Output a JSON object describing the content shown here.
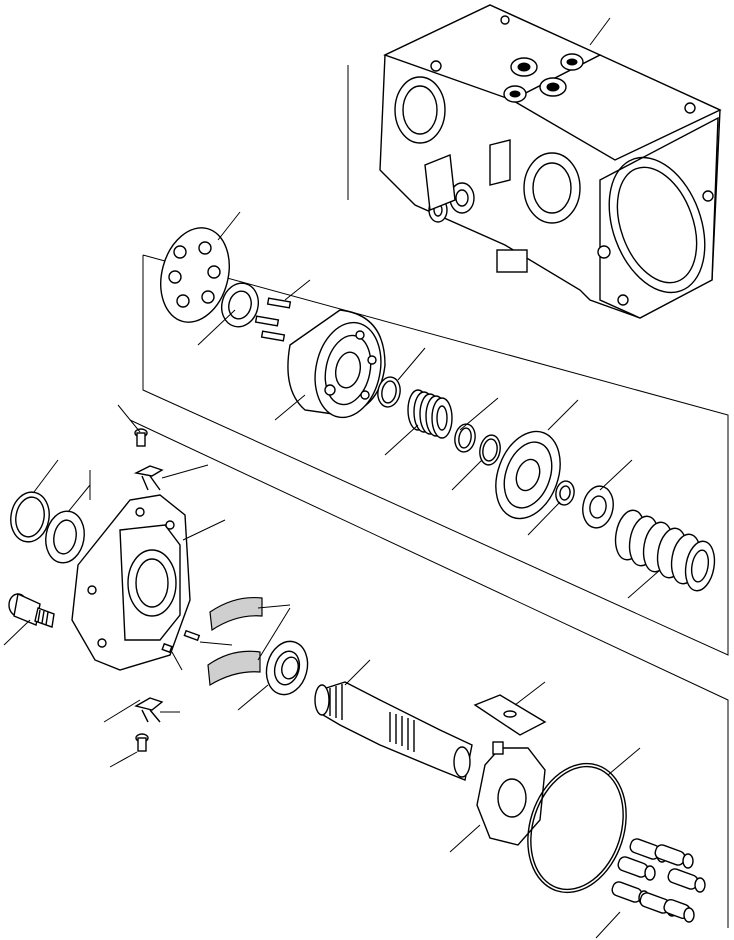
{
  "figure": {
    "type": "exploded-parts-diagram",
    "colors": {
      "line": "#000000",
      "background": "#ffffff",
      "shade": "#cfcfcf"
    },
    "parts": [
      "pump-housing",
      "valve-plate",
      "bearing-race",
      "pins",
      "cylinder-block",
      "snap-ring-upper",
      "spring",
      "spacer-ring",
      "snap-ring-lower",
      "swash-plate",
      "small-washer",
      "thrust-washer",
      "spring-stack",
      "pin-upper",
      "clip-upper",
      "retaining-ring",
      "oil-seal",
      "end-cover",
      "bolt",
      "shoe-plate-upper",
      "shoe-plate-lower",
      "ball-bearing",
      "dowel",
      "clip-lower",
      "pin-lower",
      "drive-shaft",
      "stopper-plate",
      "servo-piston-block",
      "o-ring",
      "sleeve-set"
    ]
  }
}
